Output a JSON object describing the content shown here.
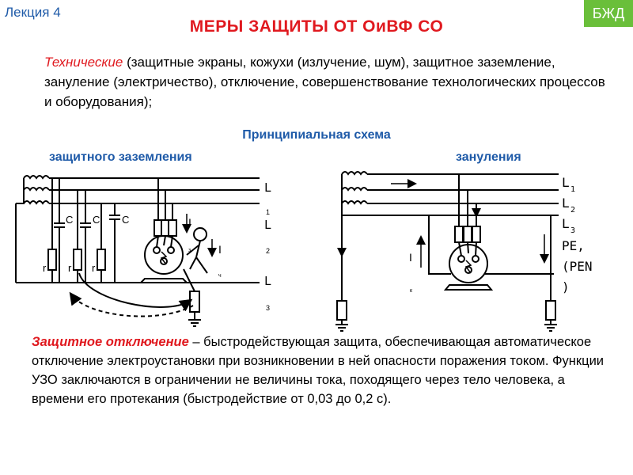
{
  "header": {
    "lecture": "Лекция 4",
    "badge": "БЖД",
    "title": "МЕРЫ ЗАЩИТЫ ОТ ОиВФ СО",
    "badge_color": "#6abf3a",
    "title_color": "#e0191f",
    "accent_color": "#1e5aa8"
  },
  "technical": {
    "lead": "Технические",
    "text": " (защитные экраны, кожухи (излучение, шум), защитное заземление, зануление (электричество), отключение, совершенствование технологических процессов и оборудования);"
  },
  "scheme": {
    "title": "Принципиальная схема",
    "left_heading": "защитного заземления",
    "right_heading": "зануления",
    "left_labels": {
      "L": "L",
      "one": "1",
      "two": "2",
      "three": "3",
      "c": "C",
      "r": "r",
      "I": "I",
      "z": "з",
      "ch": "ч"
    },
    "right_labels": {
      "L": "L",
      "one": "1",
      "two": "2",
      "three": "3",
      "pe": "PE,",
      "pen_open": "(PEN",
      "pen_close": ")",
      "I": "I",
      "k": "к"
    }
  },
  "protection": {
    "lead": "Защитное отключение",
    "text": " – быстродействующая защита, обеспечивающая автоматическое отключение электроустановки при возникновении в ней опасности поражения током. Функции УЗО заключаются в ограничении не величины тока, походящего через тело человека, а времени его протекания (быстродействие от 0,03 до 0,2 с)."
  }
}
